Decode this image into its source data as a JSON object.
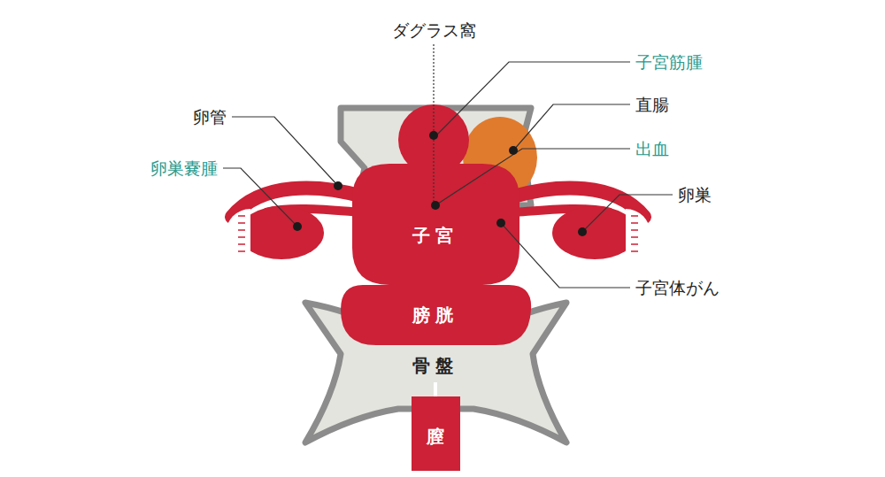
{
  "diagram": {
    "nodes": [
      {
        "text": [
          "子宮"
        ]
      },
      {
        "text": [
          "膀胱"
        ]
      },
      {
        "text": [
          "骨盤"
        ]
      },
      {
        "text": [
          "膣"
        ]
      }
    ],
    "labels": [
      "ダグラス窩",
      "子宮筋腫",
      "直腸",
      "出血",
      "卵管",
      "卵巣嚢腫",
      "卵巣",
      "子宮体がん"
    ]
  }
}
